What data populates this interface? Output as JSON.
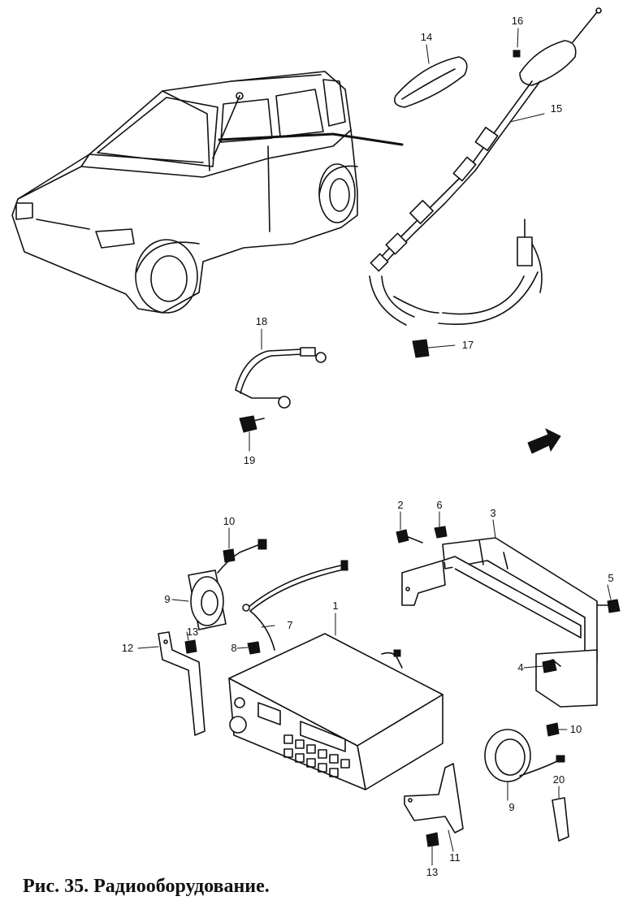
{
  "caption": "Рис. 35. Радиооборудование.",
  "labels": [
    "1",
    "2",
    "3",
    "4",
    "5",
    "6",
    "7",
    "8",
    "9",
    "9",
    "10",
    "10",
    "11",
    "12",
    "13",
    "13",
    "14",
    "15",
    "16",
    "17",
    "18",
    "19",
    "20"
  ]
}
